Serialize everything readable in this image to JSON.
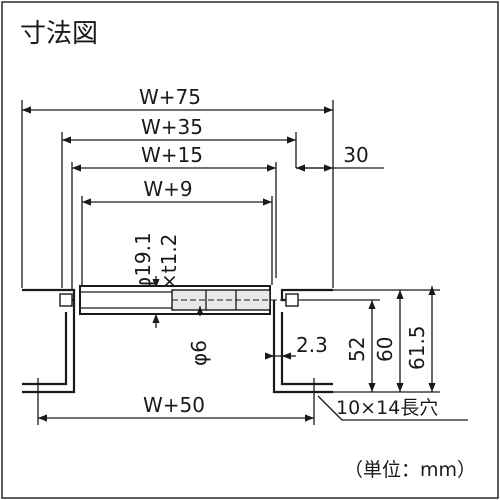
{
  "header": {
    "title": "寸法図"
  },
  "footer": {
    "unit_note": "（単位：mm）"
  },
  "dimensions": {
    "w75": "W+75",
    "w35": "W+35",
    "w15": "W+15",
    "w9": "W+9",
    "thirty": "30",
    "phi191": "φ19.1",
    "t12": "×t1.2",
    "phi6": "φ6",
    "d23": "2.3",
    "d52": "52",
    "d60": "60",
    "d615": "61.5",
    "w50": "W+50",
    "slot": "10×14長穴"
  }
}
